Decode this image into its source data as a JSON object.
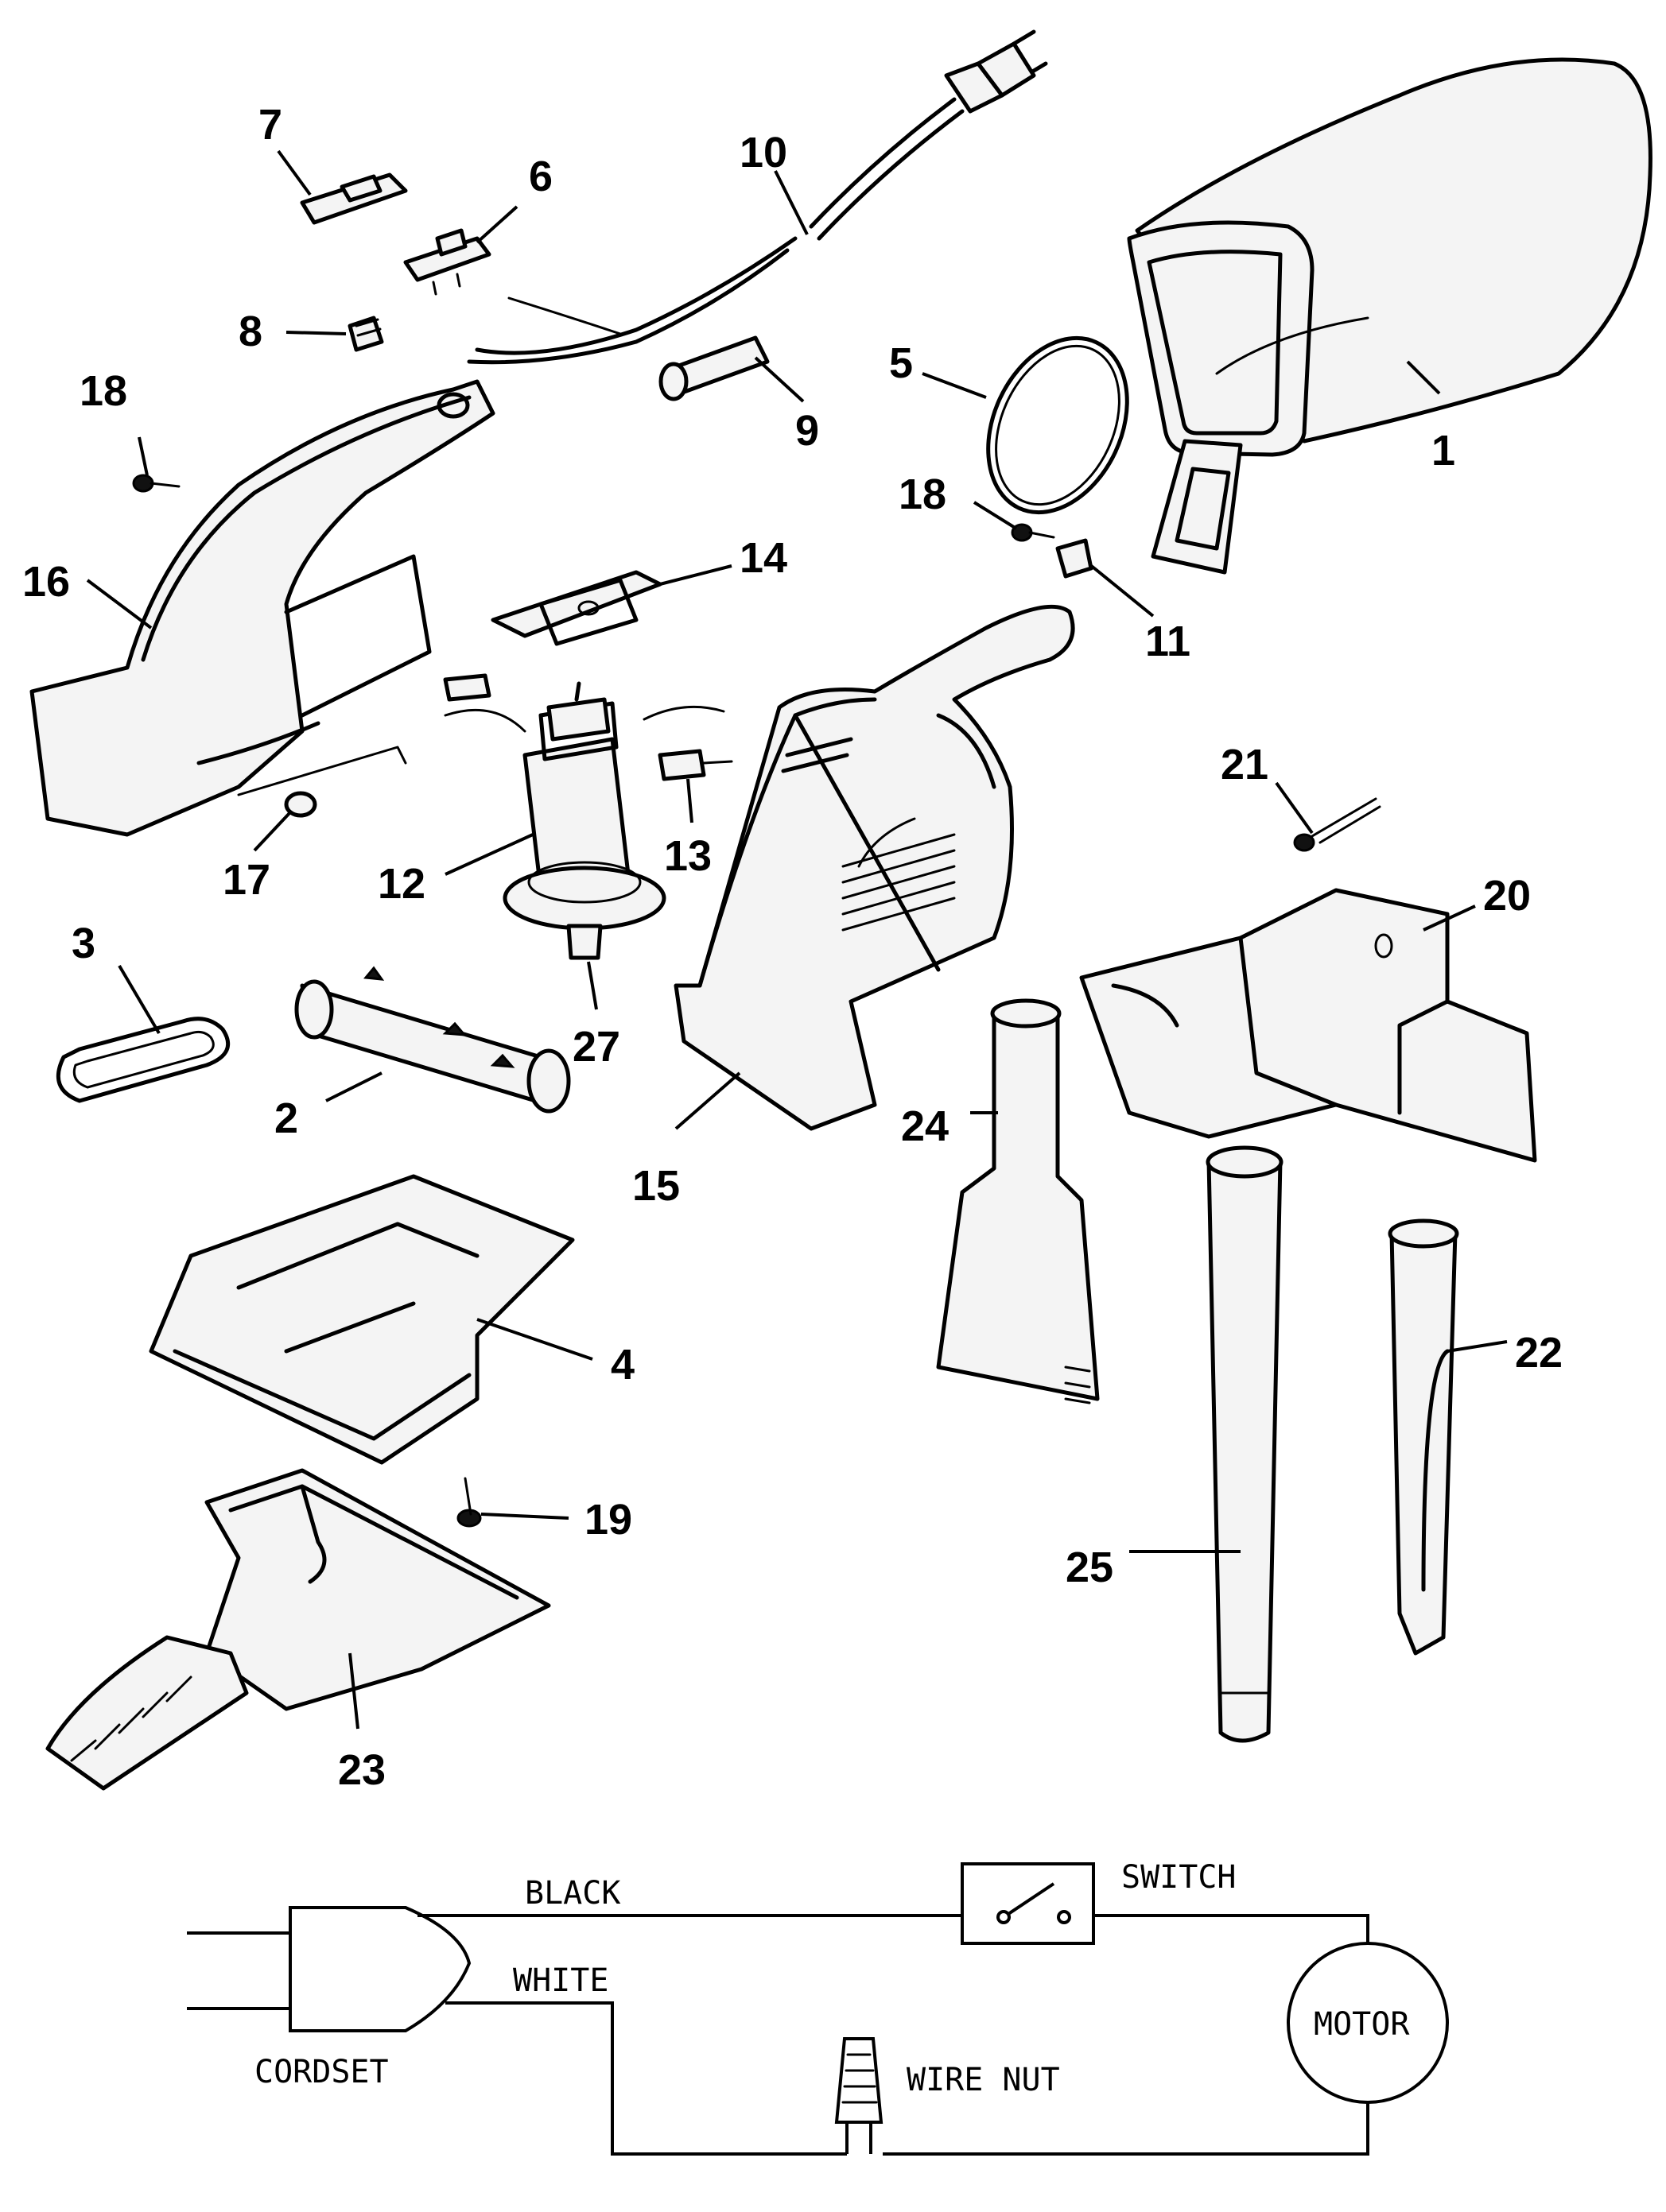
{
  "callouts": {
    "c1": "1",
    "c2": "2",
    "c3": "3",
    "c4": "4",
    "c5": "5",
    "c6": "6",
    "c7": "7",
    "c8": "8",
    "c9": "9",
    "c10": "10",
    "c11": "11",
    "c12": "12",
    "c13": "13",
    "c14": "14",
    "c15": "15",
    "c16": "16",
    "c17": "17",
    "c18a": "18",
    "c18b": "18",
    "c19": "19",
    "c20": "20",
    "c21": "21",
    "c22": "22",
    "c23": "23",
    "c24": "24",
    "c25": "25",
    "c27": "27"
  },
  "schematic": {
    "black": "BLACK",
    "white": "WHITE",
    "switch": "SWITCH",
    "motor": "MOTOR",
    "cordset": "CORDSET",
    "wire_nut": "WIRE NUT"
  }
}
